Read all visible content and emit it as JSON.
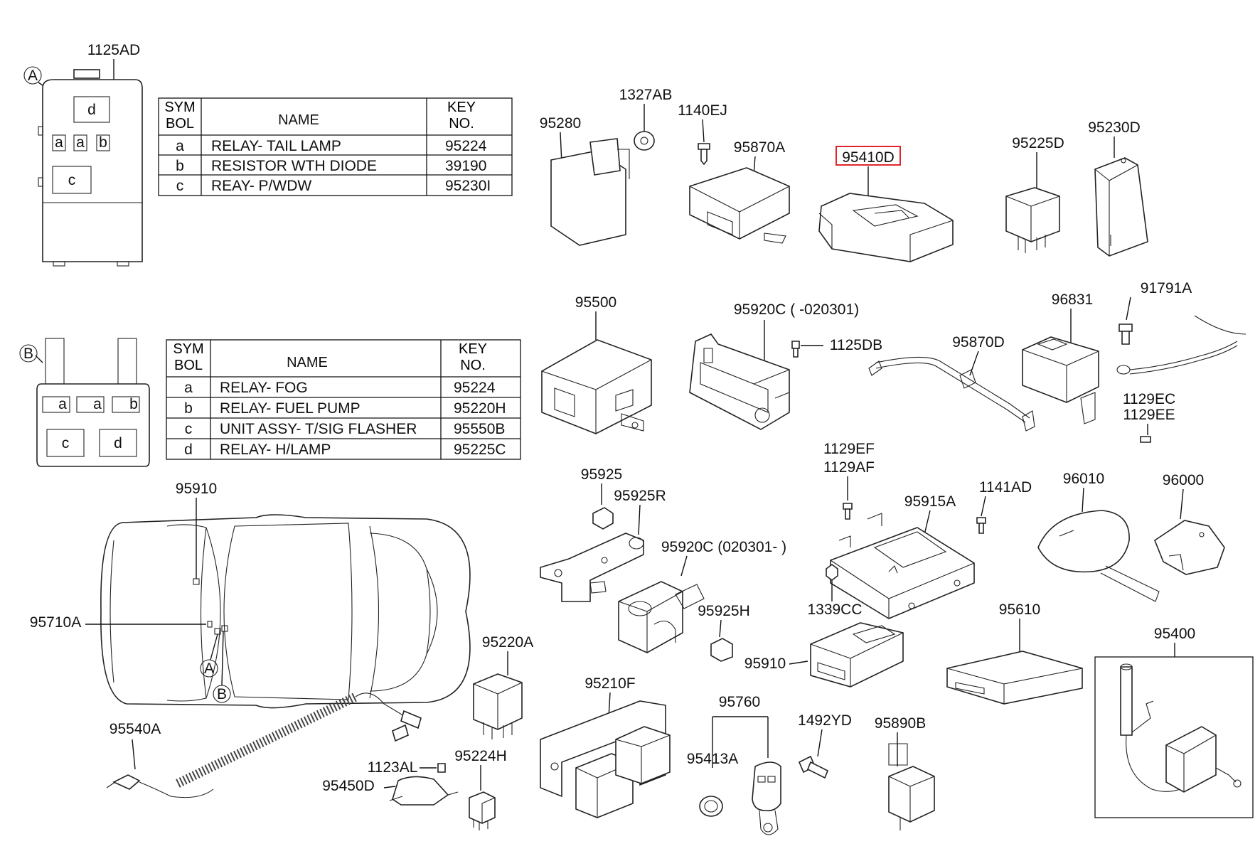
{
  "tables": {
    "A": {
      "marker": "A",
      "box_part": "1125AD",
      "box_slots": [
        "d",
        "a",
        "a",
        "b",
        "c"
      ],
      "headers": [
        "SYM BOL",
        "NAME",
        "KEY NO."
      ],
      "rows": [
        {
          "sym": "a",
          "name": "RELAY- TAIL LAMP",
          "key": "95224"
        },
        {
          "sym": "b",
          "name": "RESISTOR WTH DIODE",
          "key": "39190"
        },
        {
          "sym": "c",
          "name": "REAY- P/WDW",
          "key": "95230I"
        }
      ]
    },
    "B": {
      "marker": "B",
      "box_slots": [
        "a",
        "a",
        "b",
        "c",
        "d"
      ],
      "headers": [
        "SYM BOL",
        "NAME",
        "KEY NO."
      ],
      "rows": [
        {
          "sym": "a",
          "name": "RELAY- FOG",
          "key": "95224"
        },
        {
          "sym": "b",
          "name": "RELAY- FUEL PUMP",
          "key": "95220H"
        },
        {
          "sym": "c",
          "name": "UNIT ASSY- T/SIG FLASHER",
          "key": "95550B"
        },
        {
          "sym": "d",
          "name": "RELAY- H/LAMP",
          "key": "95225C"
        }
      ]
    }
  },
  "labels": {
    "p95280": "95280",
    "p1327AB": "1327AB",
    "p1140EJ": "1140EJ",
    "p95870A": "95870A",
    "p95410D": "95410D",
    "p95225D": "95225D",
    "p95230D": "95230D",
    "p95500": "95500",
    "p95920C_a": "95920C ( -020301)",
    "p1125DB": "1125DB",
    "p95870D": "95870D",
    "p96831": "96831",
    "p91791A": "91791A",
    "p1129EC": "1129EC",
    "p1129EE": "1129EE",
    "p95910_car": "95910",
    "p95710A": "95710A",
    "marker_A": "A",
    "marker_B": "B",
    "p95925": "95925",
    "p95925R": "95925R",
    "p95920C_b": "95920C (020301- )",
    "p95925H": "95925H",
    "p1129EF": "1129EF",
    "p1129AF": "1129AF",
    "p95915A": "95915A",
    "p1141AD": "1141AD",
    "p1339CC": "1339CC",
    "p96010": "96010",
    "p96000": "96000",
    "p95610": "95610",
    "p95400": "95400",
    "p95910": "95910",
    "p95220A": "95220A",
    "p95210F": "95210F",
    "p95760": "95760",
    "p95413A": "95413A",
    "p1492YD": "1492YD",
    "p95890B": "95890B",
    "p95540A": "95540A",
    "p1123AL": "1123AL",
    "p95224H": "95224H",
    "p95450D": "95450D"
  },
  "highlight_color": "#e0262b"
}
